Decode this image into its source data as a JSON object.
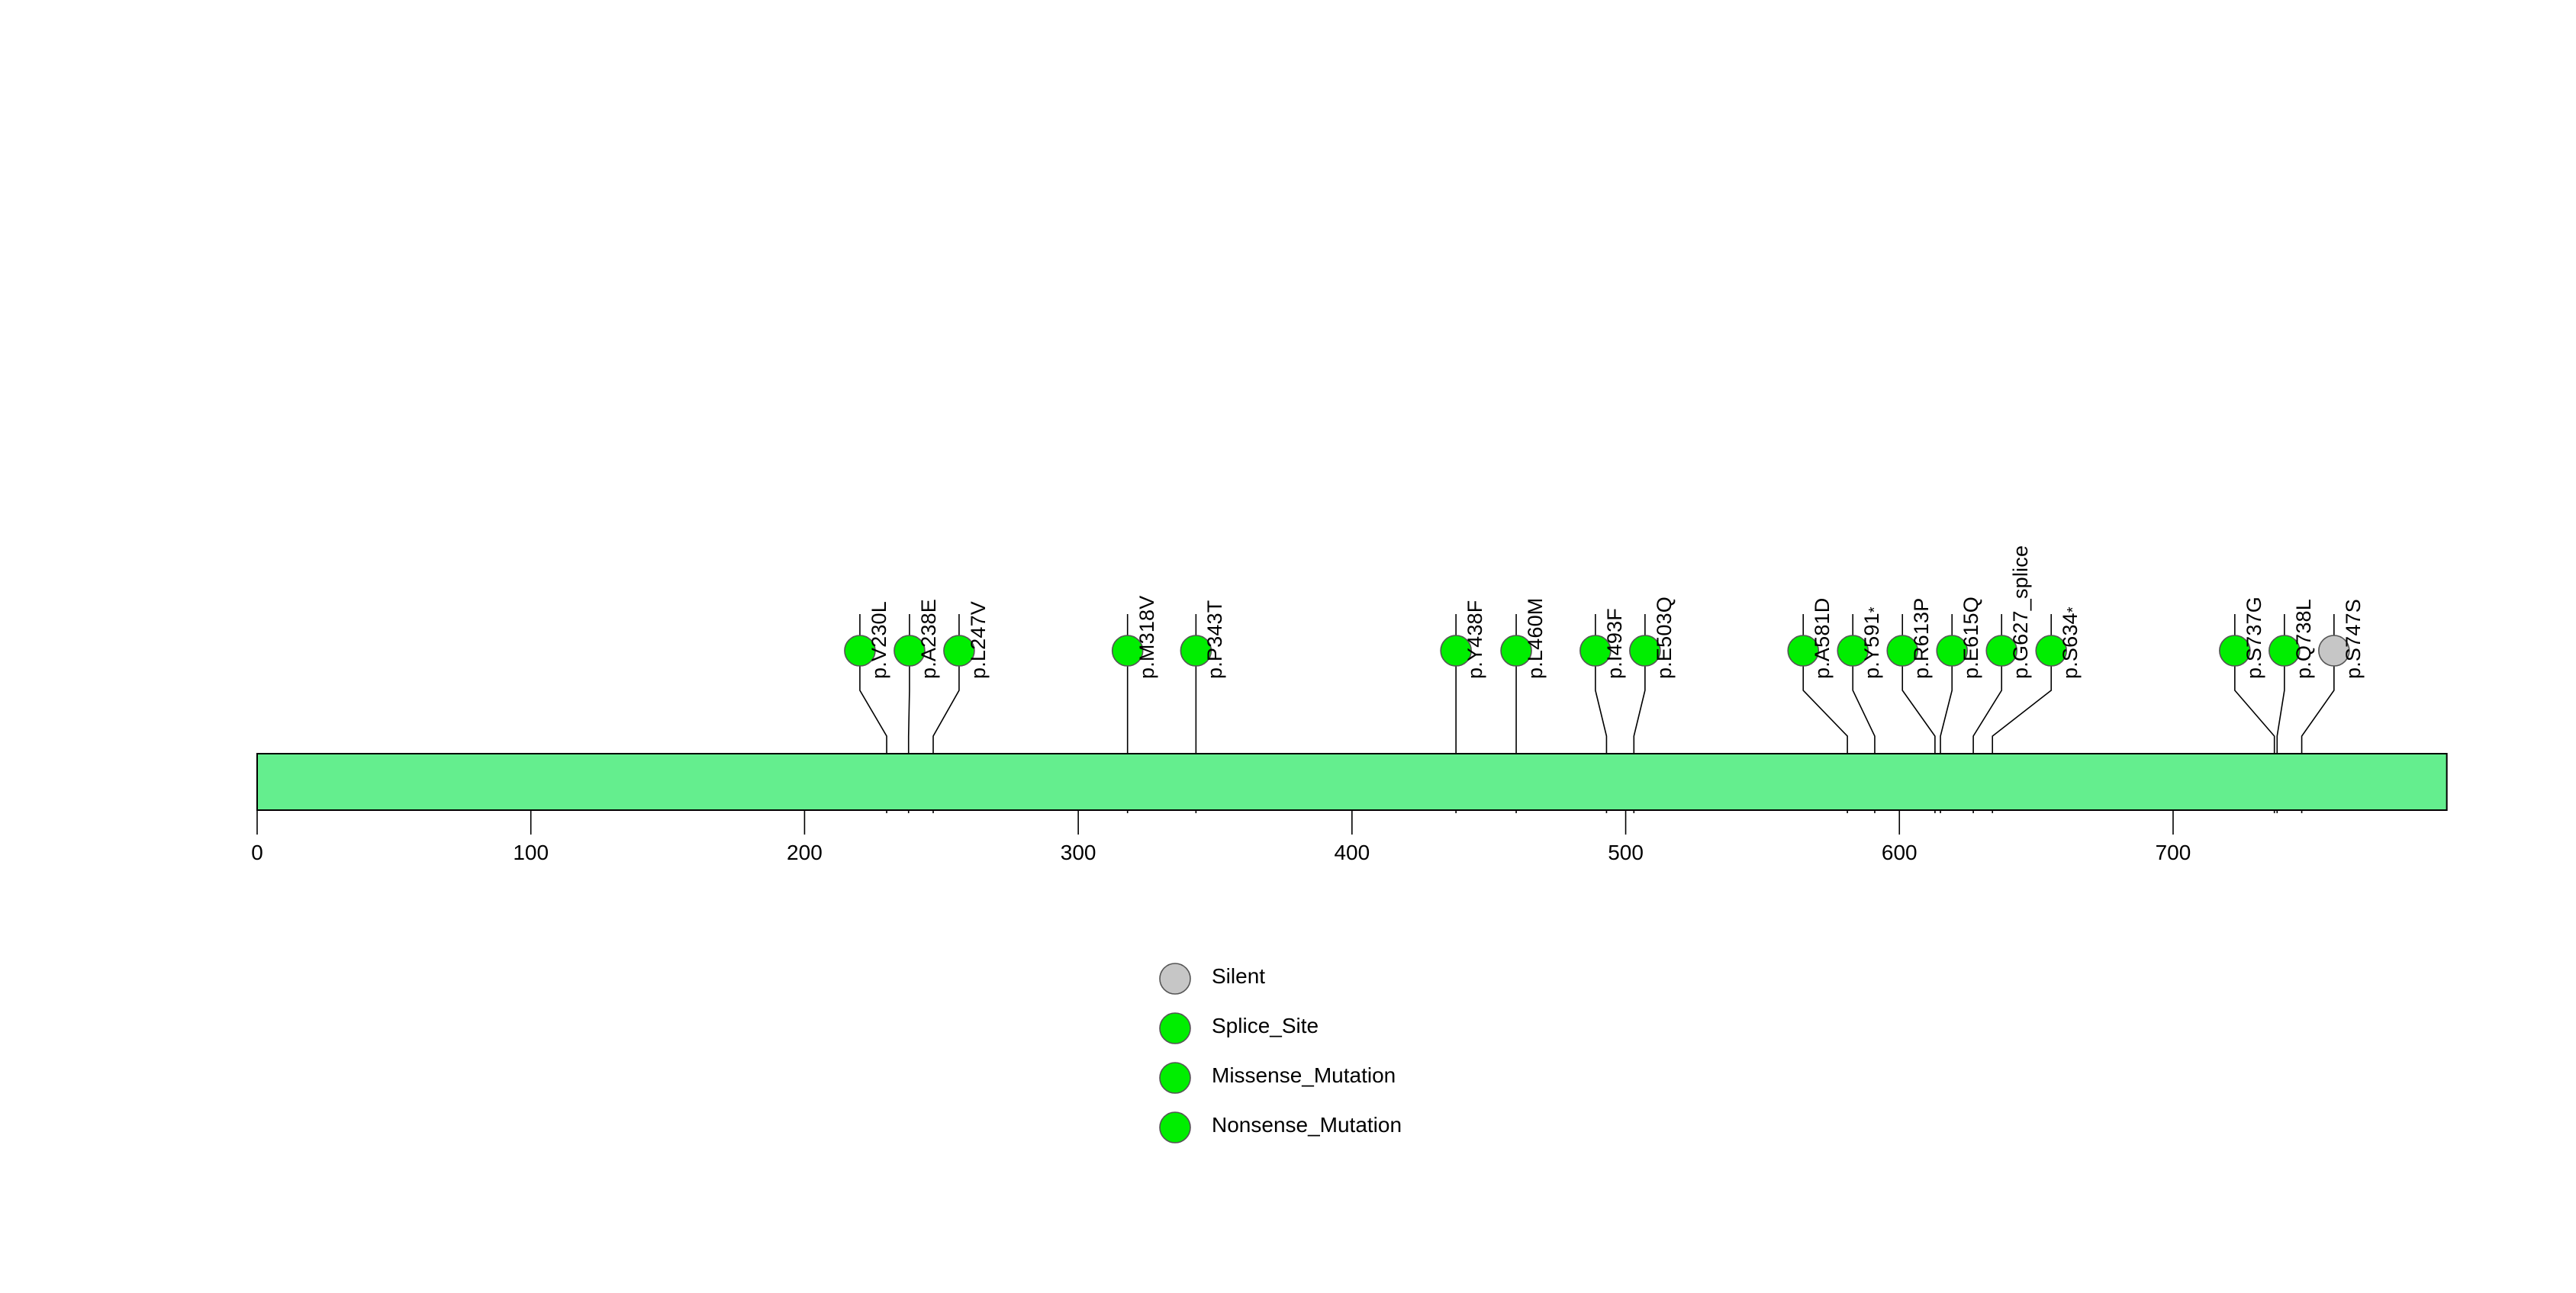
{
  "chart_data": {
    "type": "lollipop",
    "title": "",
    "xlabel": "",
    "ylabel": "",
    "protein": {
      "length": 800,
      "bar_start": 0,
      "bar_end": 800,
      "bar_color": "#64EE8E",
      "border_color": "#000000"
    },
    "axis": {
      "range": [
        0,
        800
      ],
      "ticks": [
        0,
        100,
        200,
        300,
        400,
        500,
        600,
        700
      ],
      "tick_labels": [
        "0",
        "100",
        "200",
        "300",
        "400",
        "500",
        "600",
        "700"
      ],
      "grid": false
    },
    "mutation_colors": {
      "Silent": "#C6C6C6",
      "Splice_Site": "#00EE00",
      "Missense_Mutation": "#00EE00",
      "Nonsense_Mutation": "#00EE00"
    },
    "mutations": [
      {
        "label": "p.V230L",
        "position": 230,
        "class": "Missense_Mutation",
        "color": "#00EE00",
        "count": 1
      },
      {
        "label": "p.A238E",
        "position": 238,
        "class": "Missense_Mutation",
        "color": "#00EE00",
        "count": 1
      },
      {
        "label": "p.L247V",
        "position": 247,
        "class": "Missense_Mutation",
        "color": "#00EE00",
        "count": 1
      },
      {
        "label": "p.M318V",
        "position": 318,
        "class": "Missense_Mutation",
        "color": "#00EE00",
        "count": 1
      },
      {
        "label": "p.P343T",
        "position": 343,
        "class": "Missense_Mutation",
        "color": "#00EE00",
        "count": 1
      },
      {
        "label": "p.Y438F",
        "position": 438,
        "class": "Missense_Mutation",
        "color": "#00EE00",
        "count": 1
      },
      {
        "label": "p.L460M",
        "position": 460,
        "class": "Missense_Mutation",
        "color": "#00EE00",
        "count": 1
      },
      {
        "label": "p.I493F",
        "position": 493,
        "class": "Missense_Mutation",
        "color": "#00EE00",
        "count": 1
      },
      {
        "label": "p.E503Q",
        "position": 503,
        "class": "Missense_Mutation",
        "color": "#00EE00",
        "count": 1
      },
      {
        "label": "p.A581D",
        "position": 581,
        "class": "Missense_Mutation",
        "color": "#00EE00",
        "count": 1
      },
      {
        "label": "p.Y591*",
        "position": 591,
        "class": "Nonsense_Mutation",
        "color": "#00EE00",
        "count": 1
      },
      {
        "label": "p.R613P",
        "position": 613,
        "class": "Missense_Mutation",
        "color": "#00EE00",
        "count": 1
      },
      {
        "label": "p.E615Q",
        "position": 615,
        "class": "Missense_Mutation",
        "color": "#00EE00",
        "count": 1
      },
      {
        "label": "p.G627_splice",
        "position": 627,
        "class": "Splice_Site",
        "color": "#00EE00",
        "count": 1
      },
      {
        "label": "p.S634*",
        "position": 634,
        "class": "Nonsense_Mutation",
        "color": "#00EE00",
        "count": 1
      },
      {
        "label": "p.S737G",
        "position": 737,
        "class": "Missense_Mutation",
        "color": "#00EE00",
        "count": 1
      },
      {
        "label": "p.Q738L",
        "position": 738,
        "class": "Missense_Mutation",
        "color": "#00EE00",
        "count": 1
      },
      {
        "label": "p.S747S",
        "position": 747,
        "class": "Silent",
        "color": "#C6C6C6",
        "count": 1
      }
    ],
    "legend": {
      "position": "bottom-center",
      "entries": [
        {
          "label": "Silent",
          "color": "#C6C6C6"
        },
        {
          "label": "Splice_Site",
          "color": "#00EE00"
        },
        {
          "label": "Missense_Mutation",
          "color": "#00EE00"
        },
        {
          "label": "Nonsense_Mutation",
          "color": "#00EE00"
        }
      ]
    }
  }
}
